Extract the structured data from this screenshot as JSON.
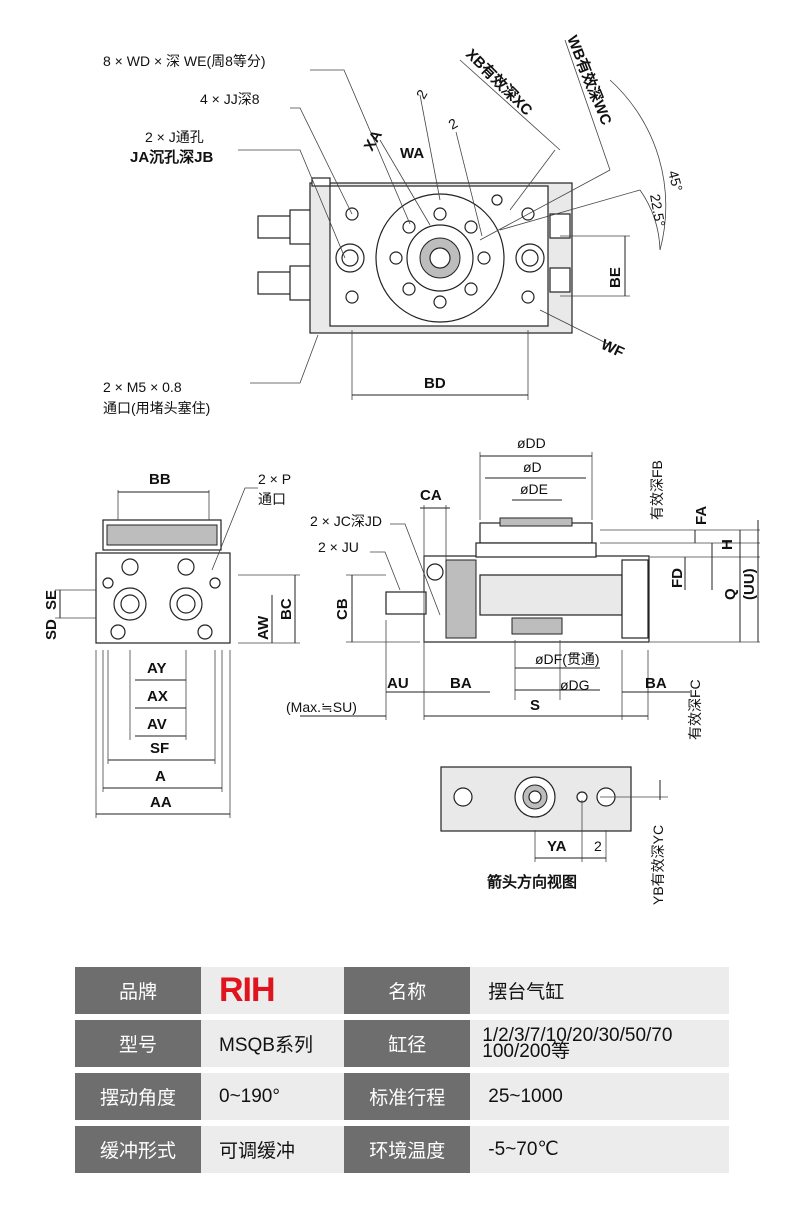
{
  "drawing": {
    "top_labels": {
      "wd": "8 × WD × 深 WE(周8等分)",
      "jj": "4 × JJ深8",
      "j": "2 × J通孔",
      "ja": "JA沉孔深JB",
      "xb": "XB有效深XC",
      "wb": "WB有效深WC",
      "xa": "XA",
      "wa": "WA",
      "two_a": "2",
      "two_b": "2",
      "deg45": "45°",
      "deg22": "22.5°",
      "be": "BE",
      "wf": "WF",
      "bd": "BD",
      "m5": "2 × M5 × 0.8",
      "m5b": "通口(用堵头塞住)"
    },
    "front_labels": {
      "bb": "BB",
      "p": "2 × P",
      "p2": "通口",
      "sd": "SD",
      "se": "SE",
      "aw": "AW",
      "bc": "BC",
      "ay": "AY",
      "ax": "AX",
      "av": "AV",
      "sf": "SF",
      "a": "A",
      "aa": "AA"
    },
    "side_labels": {
      "odd": "øDD",
      "od": "øD",
      "ode": "øDE",
      "ca": "CA",
      "jc": "2 × JC深JD",
      "ju": "2 × JU",
      "cb": "CB",
      "au": "AU",
      "ba1": "BA",
      "ba2": "BA",
      "odf": "øDF(贯通)",
      "odg": "øDG",
      "s": "S",
      "max": "(Max.≒SU)",
      "fb": "有效深FB",
      "fa": "FA",
      "h": "H",
      "fd": "FD",
      "q": "Q",
      "uu": "(UU)",
      "fc": "有效深FC"
    },
    "arrow_view": {
      "ya": "YA",
      "two": "2",
      "yb": "YB有效深YC",
      "caption": "箭头方向视图"
    }
  },
  "spec_table": {
    "rows": [
      {
        "k1": "品牌",
        "v1": "RIH",
        "k2": "名称",
        "v2": "摆台气缸"
      },
      {
        "k1": "型号",
        "v1": "MSQB系列",
        "k2": "缸径",
        "v2a": "1/2/3/7/10/20/30/50/70",
        "v2b": "100/200等"
      },
      {
        "k1": "摆动角度",
        "v1": "0~190°",
        "k2": "标准行程",
        "v2": "25~1000"
      },
      {
        "k1": "缓冲形式",
        "v1": "可调缓冲",
        "k2": "环境温度",
        "v2": "-5~70℃"
      }
    ],
    "brand_color": "#e0141e",
    "key_bg": "#6e6e6e",
    "value_bg": "#ececec"
  }
}
